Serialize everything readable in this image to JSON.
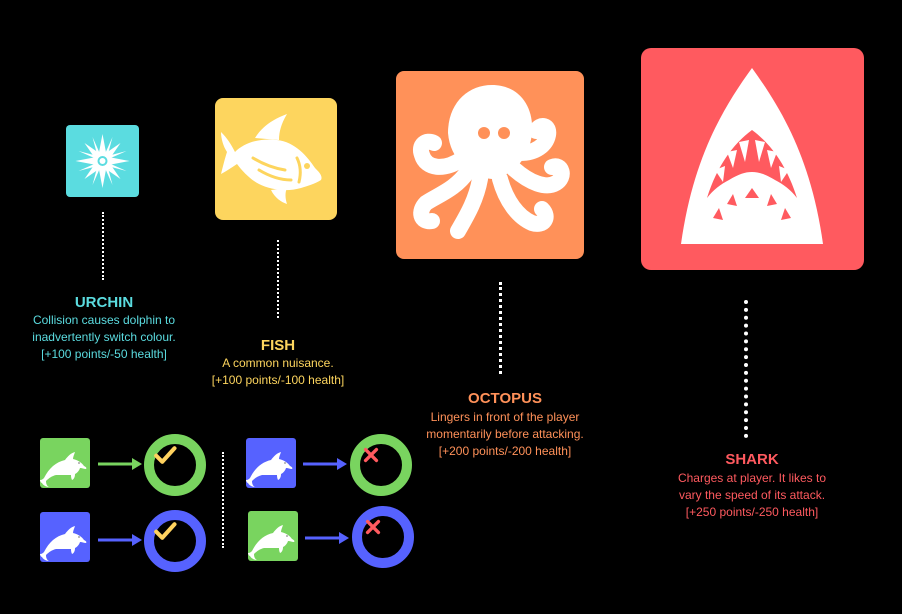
{
  "colors": {
    "urchin": "#5BDCE0",
    "fish": "#FDD55E",
    "octopus": "#FF9159",
    "shark": "#FF5A5F",
    "green": "#79D45F",
    "blue": "#5662FF",
    "check": "#FFD25F",
    "cross": "#FF5A5F"
  },
  "enemies": {
    "urchin": {
      "name": "URCHIN",
      "icon": "urchin-icon",
      "line1": "Collision causes dolphin to",
      "line2": "inadvertently switch colour.",
      "line3": "[+100 points/-50 health]"
    },
    "fish": {
      "name": "FISH",
      "icon": "fish-icon",
      "line1": "A common nuisance.",
      "line2": "[+100 points/-100 health]"
    },
    "octopus": {
      "name": "OCTOPUS",
      "icon": "octopus-icon",
      "line1": "Lingers in front of the player",
      "line2": "momentarily before attacking.",
      "line3": "[+200 points/-200 health]"
    },
    "shark": {
      "name": "SHARK",
      "icon": "shark-icon",
      "line1": "Charges at player.  It likes to",
      "line2": "vary the speed of its attack.",
      "line3": "[+250 points/-250 health]"
    }
  },
  "legend": {
    "match": [
      {
        "dolphin": "green",
        "target": "green",
        "result": "check"
      },
      {
        "dolphin": "blue",
        "target": "blue",
        "result": "check"
      }
    ],
    "mismatch": [
      {
        "dolphin": "blue",
        "target": "green",
        "result": "cross"
      },
      {
        "dolphin": "green",
        "target": "blue",
        "result": "cross"
      }
    ]
  }
}
